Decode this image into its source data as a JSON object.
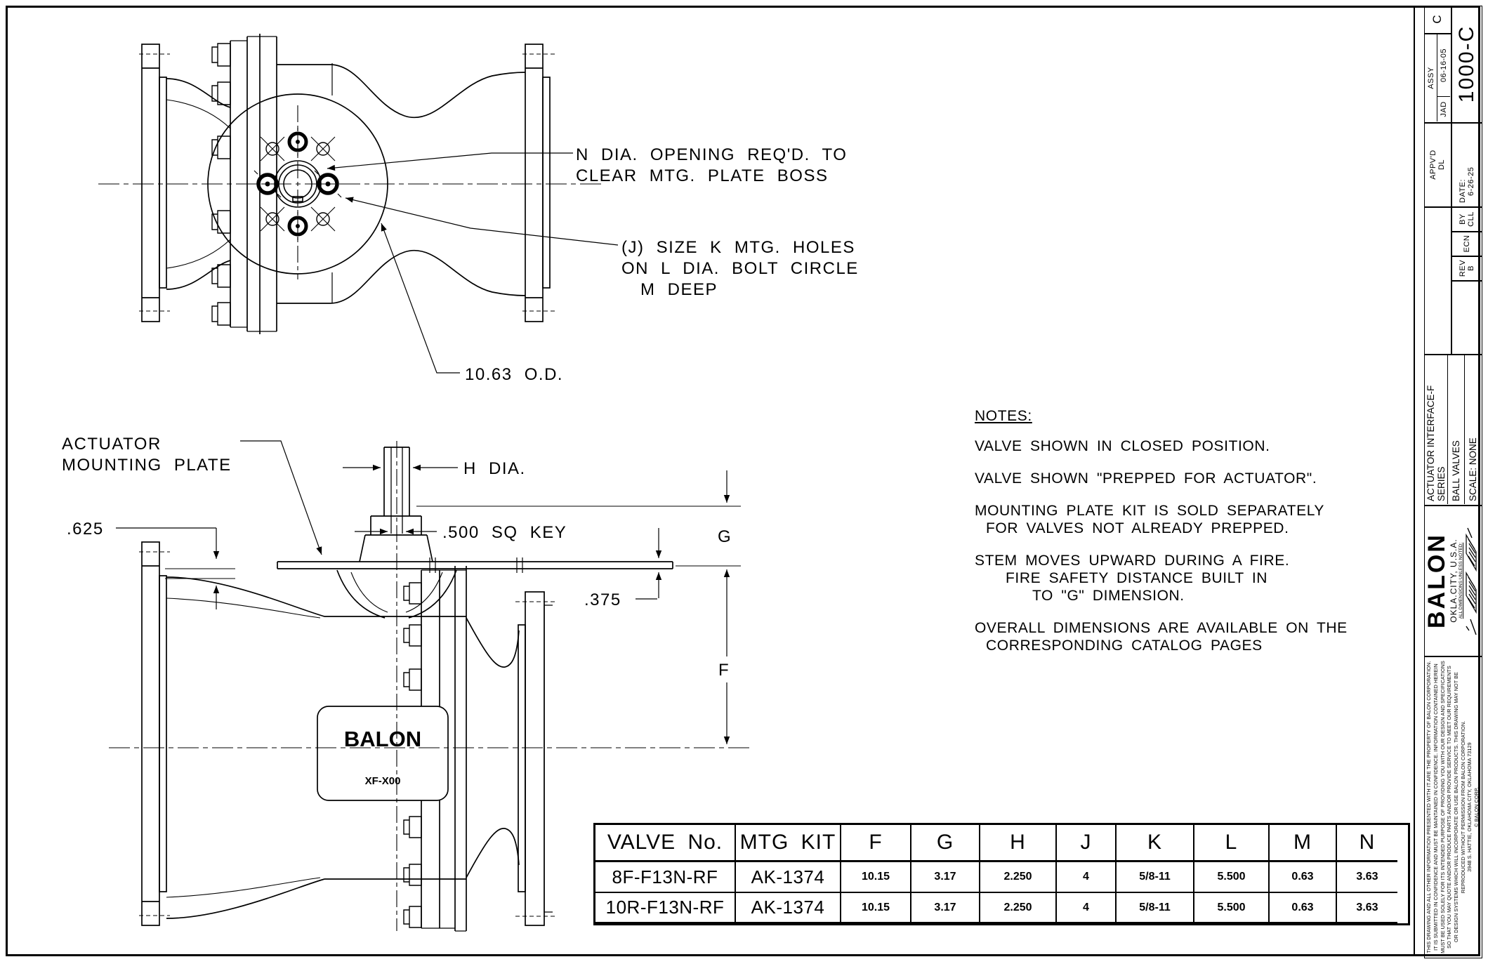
{
  "drawing": {
    "top_view": {
      "n_dia_line1": "N DIA. OPENING REQ'D. TO",
      "n_dia_line2": "CLEAR MTG. PLATE BOSS",
      "j_line1": "(J) SIZE K MTG. HOLES",
      "j_line2": "ON L DIA. BOLT CIRCLE",
      "j_line3": "M DEEP",
      "od_label": "10.63 O.D."
    },
    "side_view": {
      "plate_label_line1": "ACTUATOR",
      "plate_label_line2": "MOUNTING PLATE",
      "dim_625": ".625",
      "dim_h": "H DIA.",
      "dim_key": ".500 SQ KEY",
      "dim_375": ".375",
      "dim_g": "G",
      "dim_f": "F",
      "tag_brand": "BALON",
      "tag_model": "XF-X00"
    }
  },
  "notes": {
    "title": "NOTES:",
    "n1": "VALVE SHOWN IN CLOSED POSITION.",
    "n2": "VALVE SHOWN \"PREPPED FOR ACTUATOR\".",
    "n3a": "MOUNTING PLATE KIT IS SOLD SEPARATELY",
    "n3b": "FOR VALVES NOT ALREADY PREPPED.",
    "n4a": "STEM MOVES UPWARD DURING A FIRE.",
    "n4b": "FIRE SAFETY DISTANCE BUILT IN",
    "n4c": "TO \"G\" DIMENSION.",
    "n5a": "OVERALL DIMENSIONS ARE AVAILABLE ON THE",
    "n5b": "CORRESPONDING CATALOG PAGES"
  },
  "table": {
    "headers": [
      "VALVE No.",
      "MTG KIT",
      "F",
      "G",
      "H",
      "J",
      "K",
      "L",
      "M",
      "N"
    ],
    "rows": [
      {
        "cells": [
          "8F-F13N-RF",
          "AK-1374",
          "10.15",
          "3.17",
          "2.250",
          "4",
          "5/8-11",
          "5.500",
          "0.63",
          "3.63"
        ]
      },
      {
        "cells": [
          "10R-F13N-RF",
          "AK-1374",
          "10.15",
          "3.17",
          "2.250",
          "4",
          "5/8-11",
          "5.500",
          "0.63",
          "3.63"
        ]
      }
    ]
  },
  "title_block": {
    "rev_letter": "C",
    "drawing_number": "1000-C",
    "assy_label": "ASSY",
    "assy_by": "JAD",
    "assy_date": "06-16-05",
    "appvd_label": "APPV'D",
    "appvd_by": "DL",
    "date_label": "DATE:",
    "date_value": "6-26-25",
    "by_label": "BY",
    "by_value": "CLL",
    "ecn_label": "ECN",
    "rev_label": "REV",
    "rev_value": "B",
    "series": "ACTUATOR INTERFACE-F SERIES",
    "product": "BALL VALVES",
    "scale": "SCALE: NONE",
    "brand": "BALON",
    "brand_city": "OKLA.CITY, U.S.A.",
    "dim_note": "ALL DIMENSIONS UNLESS NOTED:",
    "legal": {
      "l1": "THIS DRAWING AND ALL OTHER INFORMATION PRESENTED WITH IT ARE THE PROPERTY OF BALON CORPORATION.",
      "l2": "IT IS SUBMITTED IN CONFIDENCE AND MUST BE MAINTAINED IN CONFIDENCE. INFORMATION CONTAINED HEREIN",
      "l3": "MUST BE USED SOLELY FOR ITS INTENDED PURPOSE OF PROVIDING YOU WITH OUR DESIGN AND SPECIFICATIONS",
      "l4": "SO THAT YOU MAY QUOTE AND/OR PRODUCE PARTS AND/OR PROVIDE SERVICE TO MEET OUR REQUIREMENTS",
      "l5": "OR DESIGN SYSTEMS WHICH WILL INCORPORATE OR USE BALON PRODUCTS. THIS DRAWING MAY NOT BE",
      "l6": "REPRODUCED WITHOUT PERMISSION FROM BALON CORPORATION.",
      "l7": "3948 S. HATTIE, OKLAHOMA CITY, OKLAHOMA 73129",
      "l8": "© BALON CORP."
    }
  }
}
